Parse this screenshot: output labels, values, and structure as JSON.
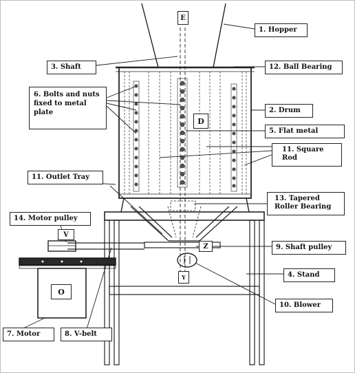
{
  "labels": {
    "hopper": "1. Hopper",
    "drum": "2. Drum",
    "shaft": "3. Shaft",
    "stand": "4. Stand",
    "flat_metal": "5. Flat metal",
    "bolts": "6. Bolts and nuts fixed to metal plate",
    "motor": "7. Motor",
    "v_belt": "8. V-belt",
    "shaft_pulley": "9. Shaft pulley",
    "blower": "10. Blower",
    "outlet_tray": "11. Outlet Tray",
    "square_rod": "11. Square Rod",
    "ball_bearing": "12. Ball Bearing",
    "tapered_bearing": "13. Tapered Roller Bearing",
    "motor_pulley": "14. Motor pulley"
  },
  "letters": {
    "e": "E",
    "d": "D",
    "v": "V",
    "z": "Z",
    "y": "Y",
    "o": "O"
  }
}
